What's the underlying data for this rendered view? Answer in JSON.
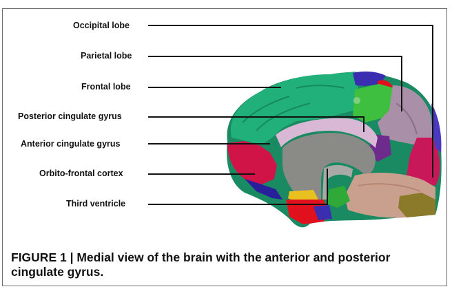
{
  "labels": {
    "occipital": "Occipital lobe",
    "parietal": "Parietal lobe",
    "frontal": "Frontal lobe",
    "posterior_cingulate": "Posterior cingulate gyrus",
    "anterior_cingulate": "Anterior cingulate gyrus",
    "orbito_frontal": "Orbito-frontal cortex",
    "third_ventricle": "Third ventricle"
  },
  "caption": "FIGURE 1 | Medial view of the brain with the anterior and posterior cingulate gyrus.",
  "colors": {
    "frontal": "#22b07a",
    "parietal": "#a98fa8",
    "occipital": "#c8185a",
    "cingulate": "#d8b8d4",
    "posterior_cingulate": "#3fbf3f",
    "orbito": "#d01448",
    "corpus": "#8a8a86",
    "temporal": "#c9a08e",
    "cuneus": "#6d2b8c",
    "top_blue": "#3a2db0",
    "red_patch": "#e0101c",
    "yellow_patch": "#e8c020",
    "lower_green": "#2faa38",
    "olive": "#8a7a2a",
    "leader": "#111111"
  }
}
